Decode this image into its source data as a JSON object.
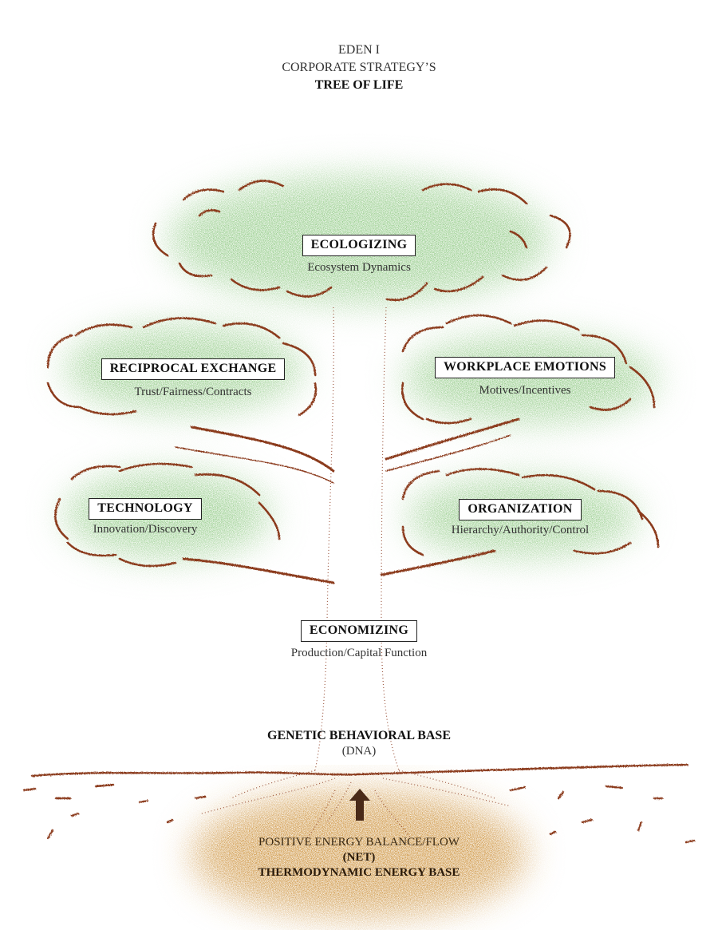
{
  "header": {
    "line1": "EDEN I",
    "line2": "CORPORATE STRATEGY’S",
    "line3": "TREE OF LIFE"
  },
  "nodes": {
    "ecologizing": {
      "label": "ECOLOGIZING",
      "sub": "Ecosystem Dynamics"
    },
    "reciprocal_exchange": {
      "label": "RECIPROCAL EXCHANGE",
      "sub": "Trust/Fairness/Contracts"
    },
    "workplace_emotions": {
      "label": "WORKPLACE EMOTIONS",
      "sub": "Motives/Incentives"
    },
    "technology": {
      "label": "TECHNOLOGY",
      "sub": "Innovation/Discovery"
    },
    "organization": {
      "label": "ORGANIZATION",
      "sub": "Hierarchy/Authority/Control"
    },
    "economizing": {
      "label": "ECONOMIZING",
      "sub": "Production/Capital Function"
    }
  },
  "base": {
    "label": "GENETIC BEHAVIORAL BASE",
    "sub": "(DNA)"
  },
  "energy": {
    "line1": "POSITIVE ENERGY BALANCE/FLOW",
    "line2": "(NET)",
    "line3": "THERMODYNAMIC ENERGY BASE"
  },
  "colors": {
    "foliage": "#8cc880",
    "branch": "#8b3a1f",
    "energy": "#c98a2e",
    "arrow": "#4a2a18"
  }
}
